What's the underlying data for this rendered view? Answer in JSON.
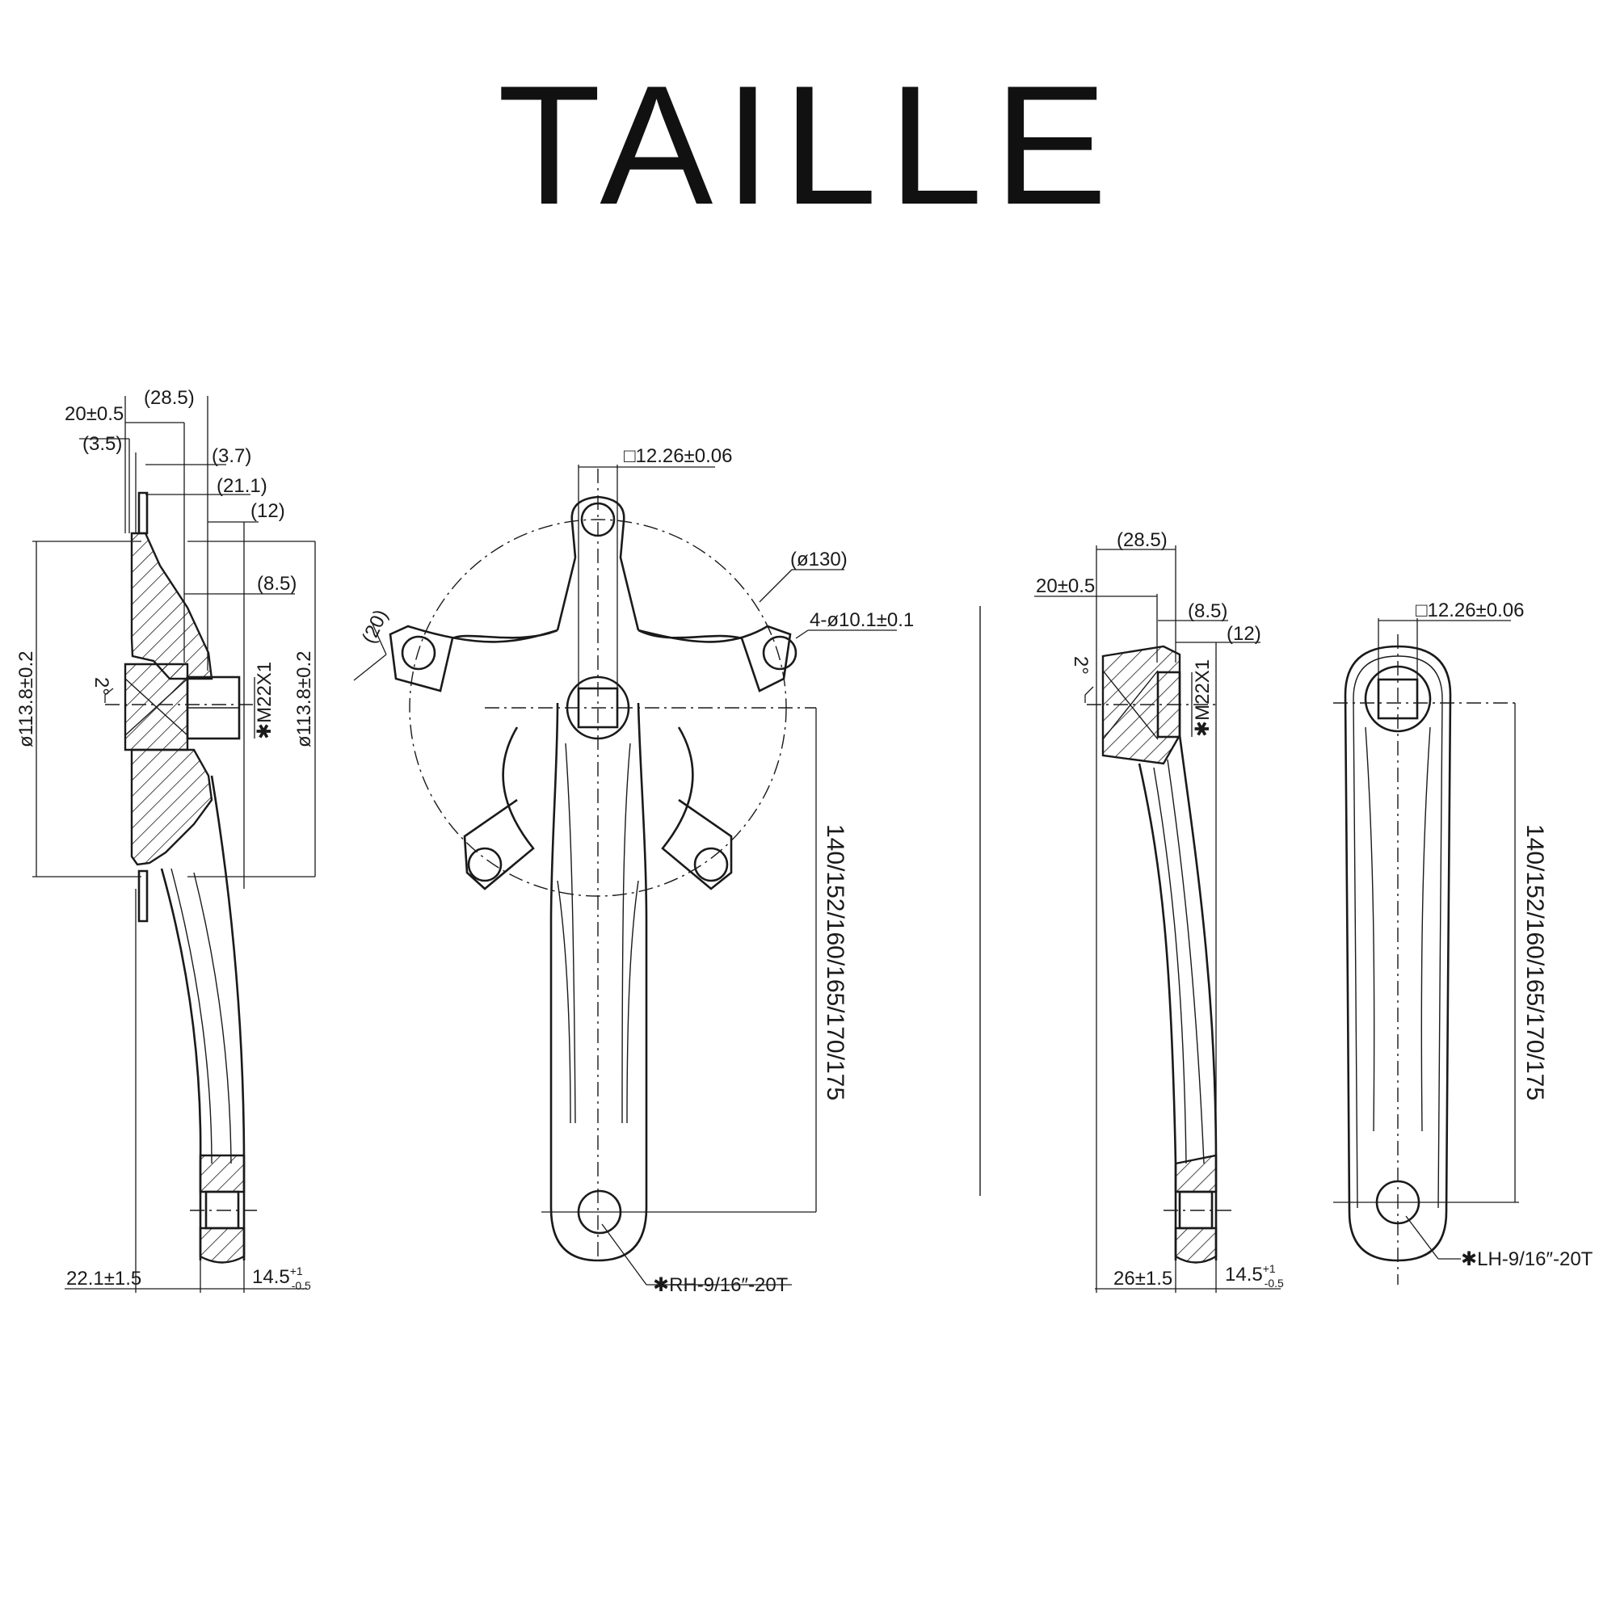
{
  "title": "TAILLE",
  "views": {
    "right_side": {
      "dims": {
        "overall": "(28.5)",
        "spider": "20±0.5",
        "ring_gap": "(3.5)",
        "small": "(3.7)",
        "inner": "(21.1)",
        "arm": "(12)",
        "arm_mid": "(8.5)",
        "dia_left": "ø113.8±0.2",
        "dia_right": "ø113.8±0.2",
        "thread": "✱M22X1",
        "angle": "2°",
        "offset": "22.1±1.5",
        "pedal": "14.5",
        "pedal_tol_up": "+1",
        "pedal_tol_dn": "-0.5"
      }
    },
    "right_front": {
      "dims": {
        "square": "□12.26±0.06",
        "bcd": "(ø130)",
        "holes": "4-ø10.1±0.1",
        "tab": "(20)",
        "length": "140/152/160/165/170/175",
        "pedal_thread": "✱RH-9/16″-20T"
      }
    },
    "left_side": {
      "dims": {
        "overall": "(28.5)",
        "spider": "20±0.5",
        "arm_mid": "(8.5)",
        "arm": "(12)",
        "thread": "✱M22X1",
        "angle": "2°",
        "offset": "26±1.5",
        "pedal": "14.5",
        "pedal_tol_up": "+1",
        "pedal_tol_dn": "-0.5"
      }
    },
    "left_front": {
      "dims": {
        "square": "□12.26±0.06",
        "length": "140/152/160/165/170/175",
        "pedal_thread": "✱LH-9/16″-20T"
      }
    }
  }
}
